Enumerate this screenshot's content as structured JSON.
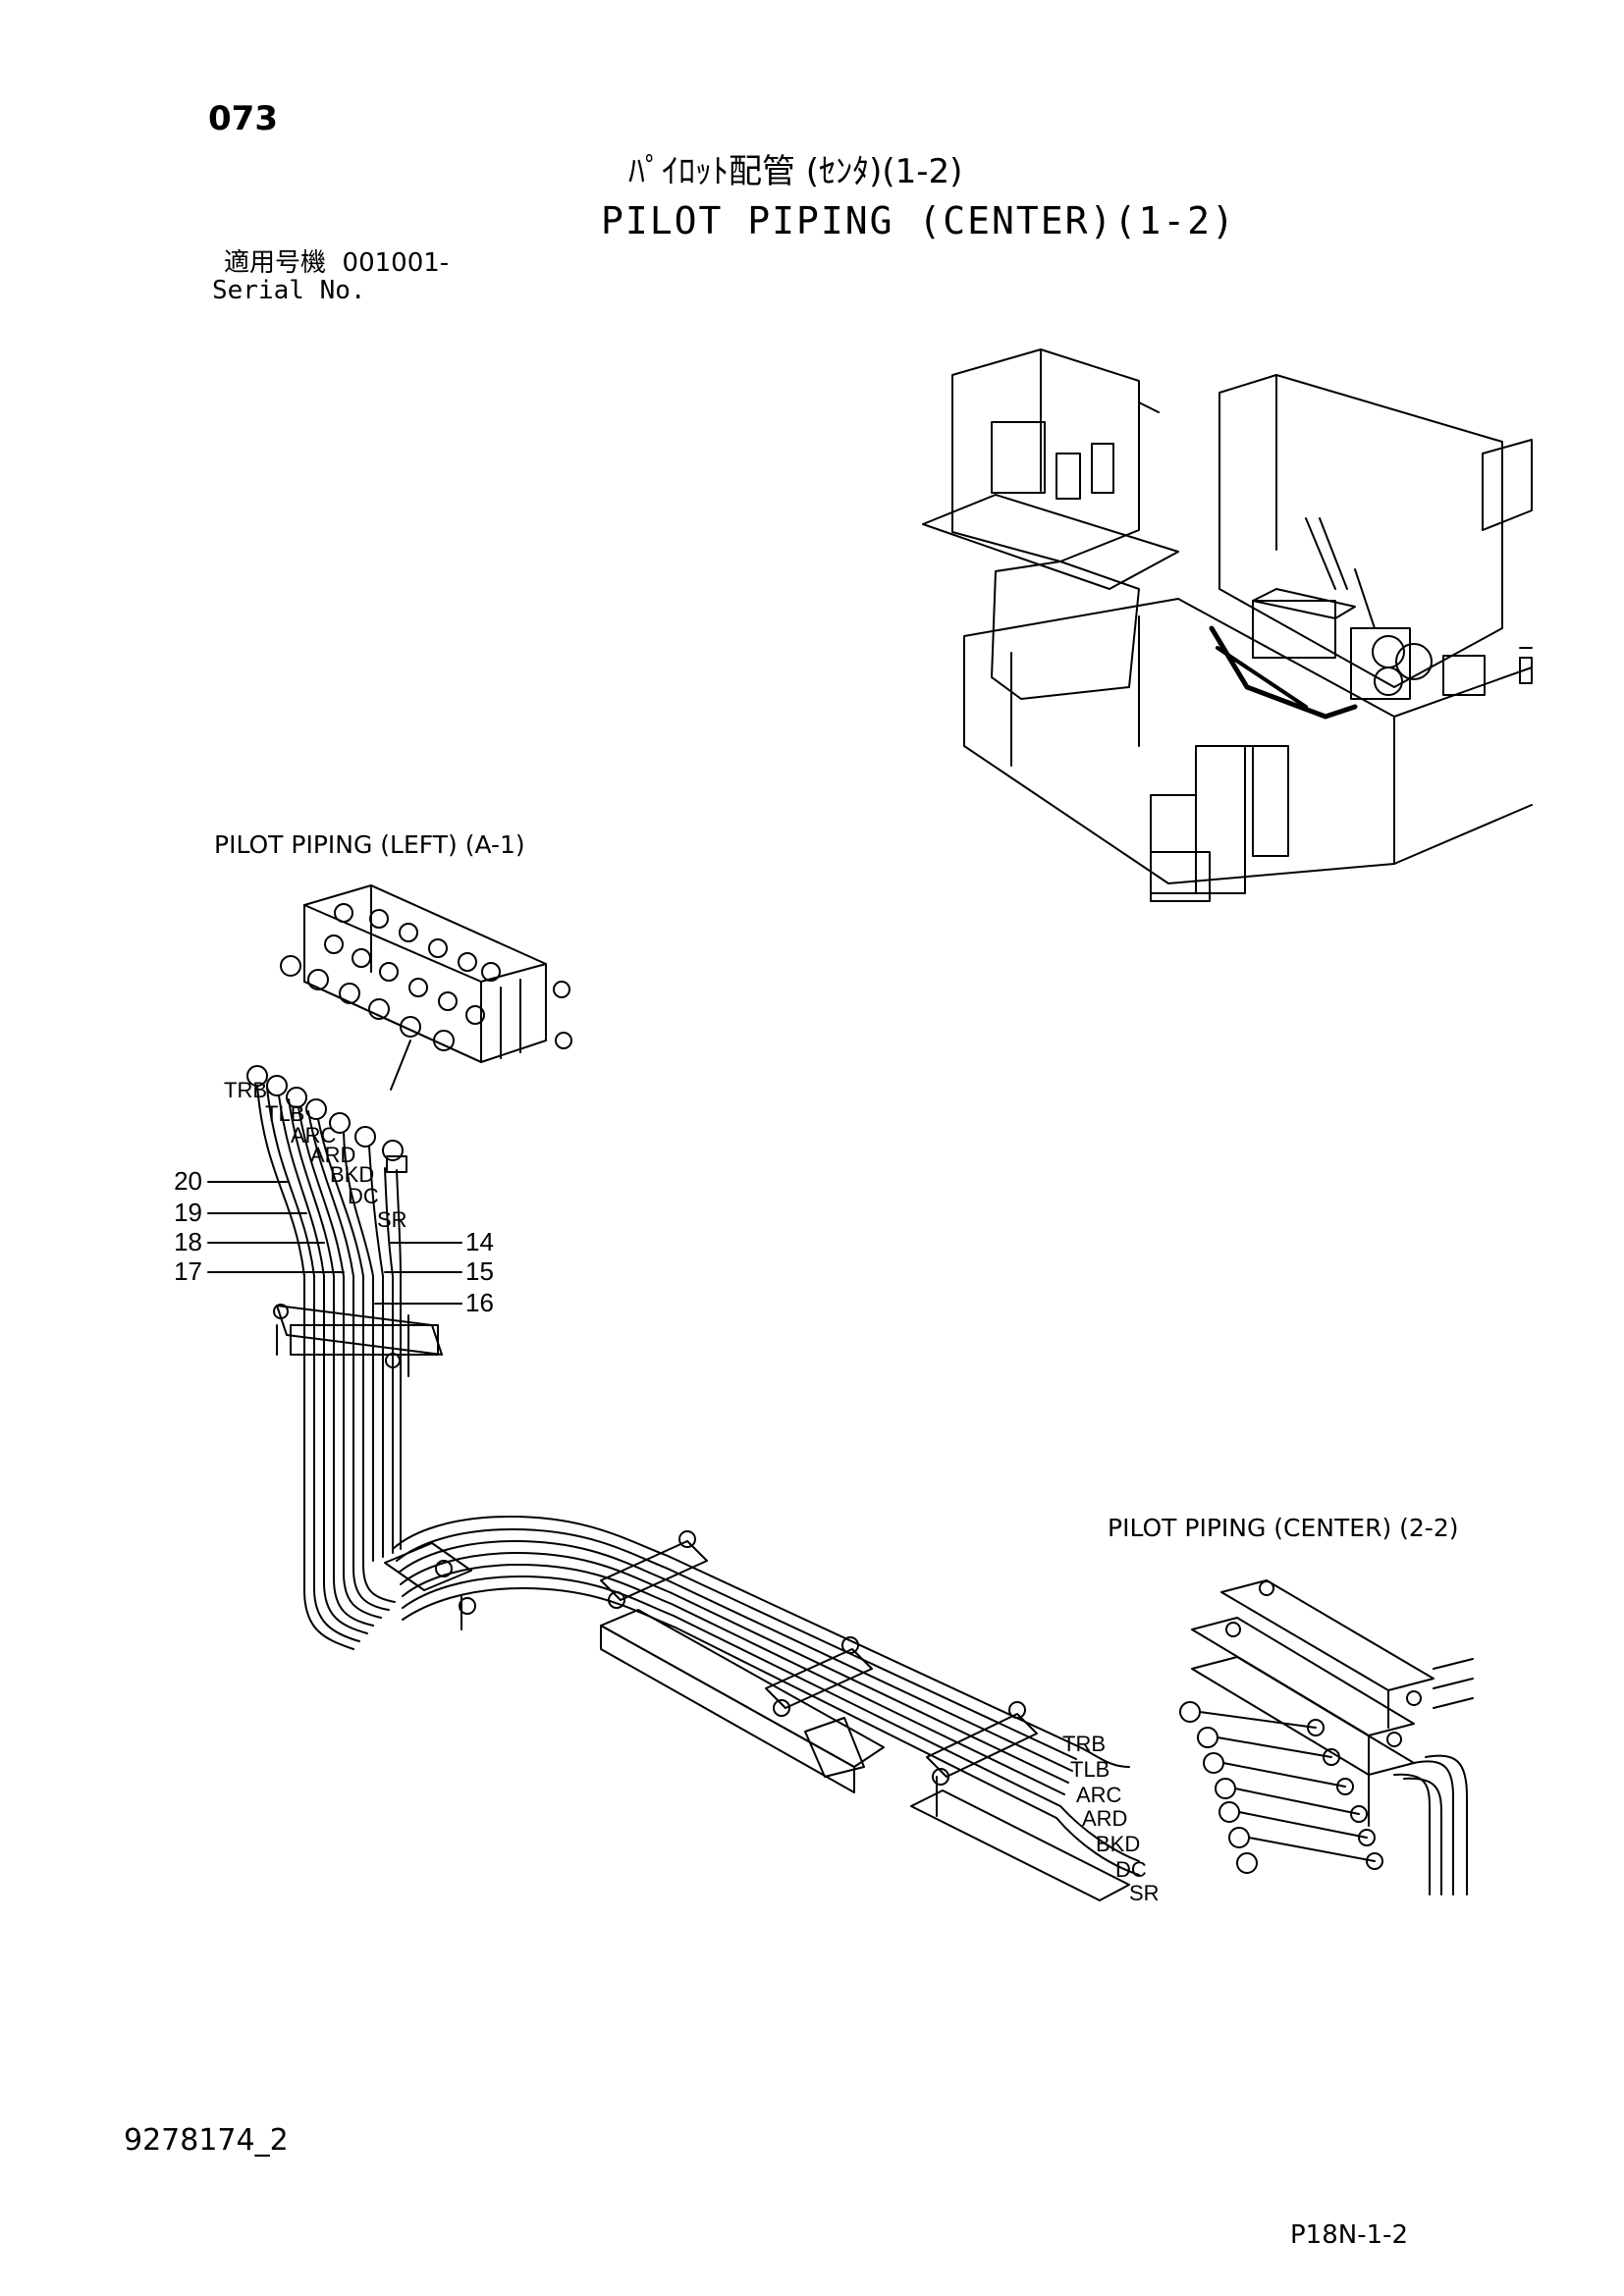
{
  "page_number": "073",
  "title_jp": "ﾊﾟｲﾛｯﾄ配管 (ｾﾝﾀ)(1-2)",
  "title_en": "PILOT PIPING (CENTER)(1-2)",
  "serial_label_jp": "適用号機",
  "serial_value": "001001-",
  "serial_label_en": "Serial No.",
  "references": {
    "left": "PILOT PIPING (LEFT) (A-1)",
    "center": "PILOT PIPING (CENTER) (2-2)"
  },
  "port_labels_top": [
    "TRB",
    "TLB",
    "ARC",
    "ARD",
    "BKD",
    "DC",
    "SR"
  ],
  "port_labels_bottom": [
    "TRB",
    "TLB",
    "ARC",
    "ARD",
    "BKD",
    "DC",
    "SR"
  ],
  "callouts_left": [
    "20",
    "19",
    "18",
    "17"
  ],
  "callouts_right": [
    "14",
    "15",
    "16"
  ],
  "doc_number": "9278174_2",
  "page_code": "P18N-1-2"
}
